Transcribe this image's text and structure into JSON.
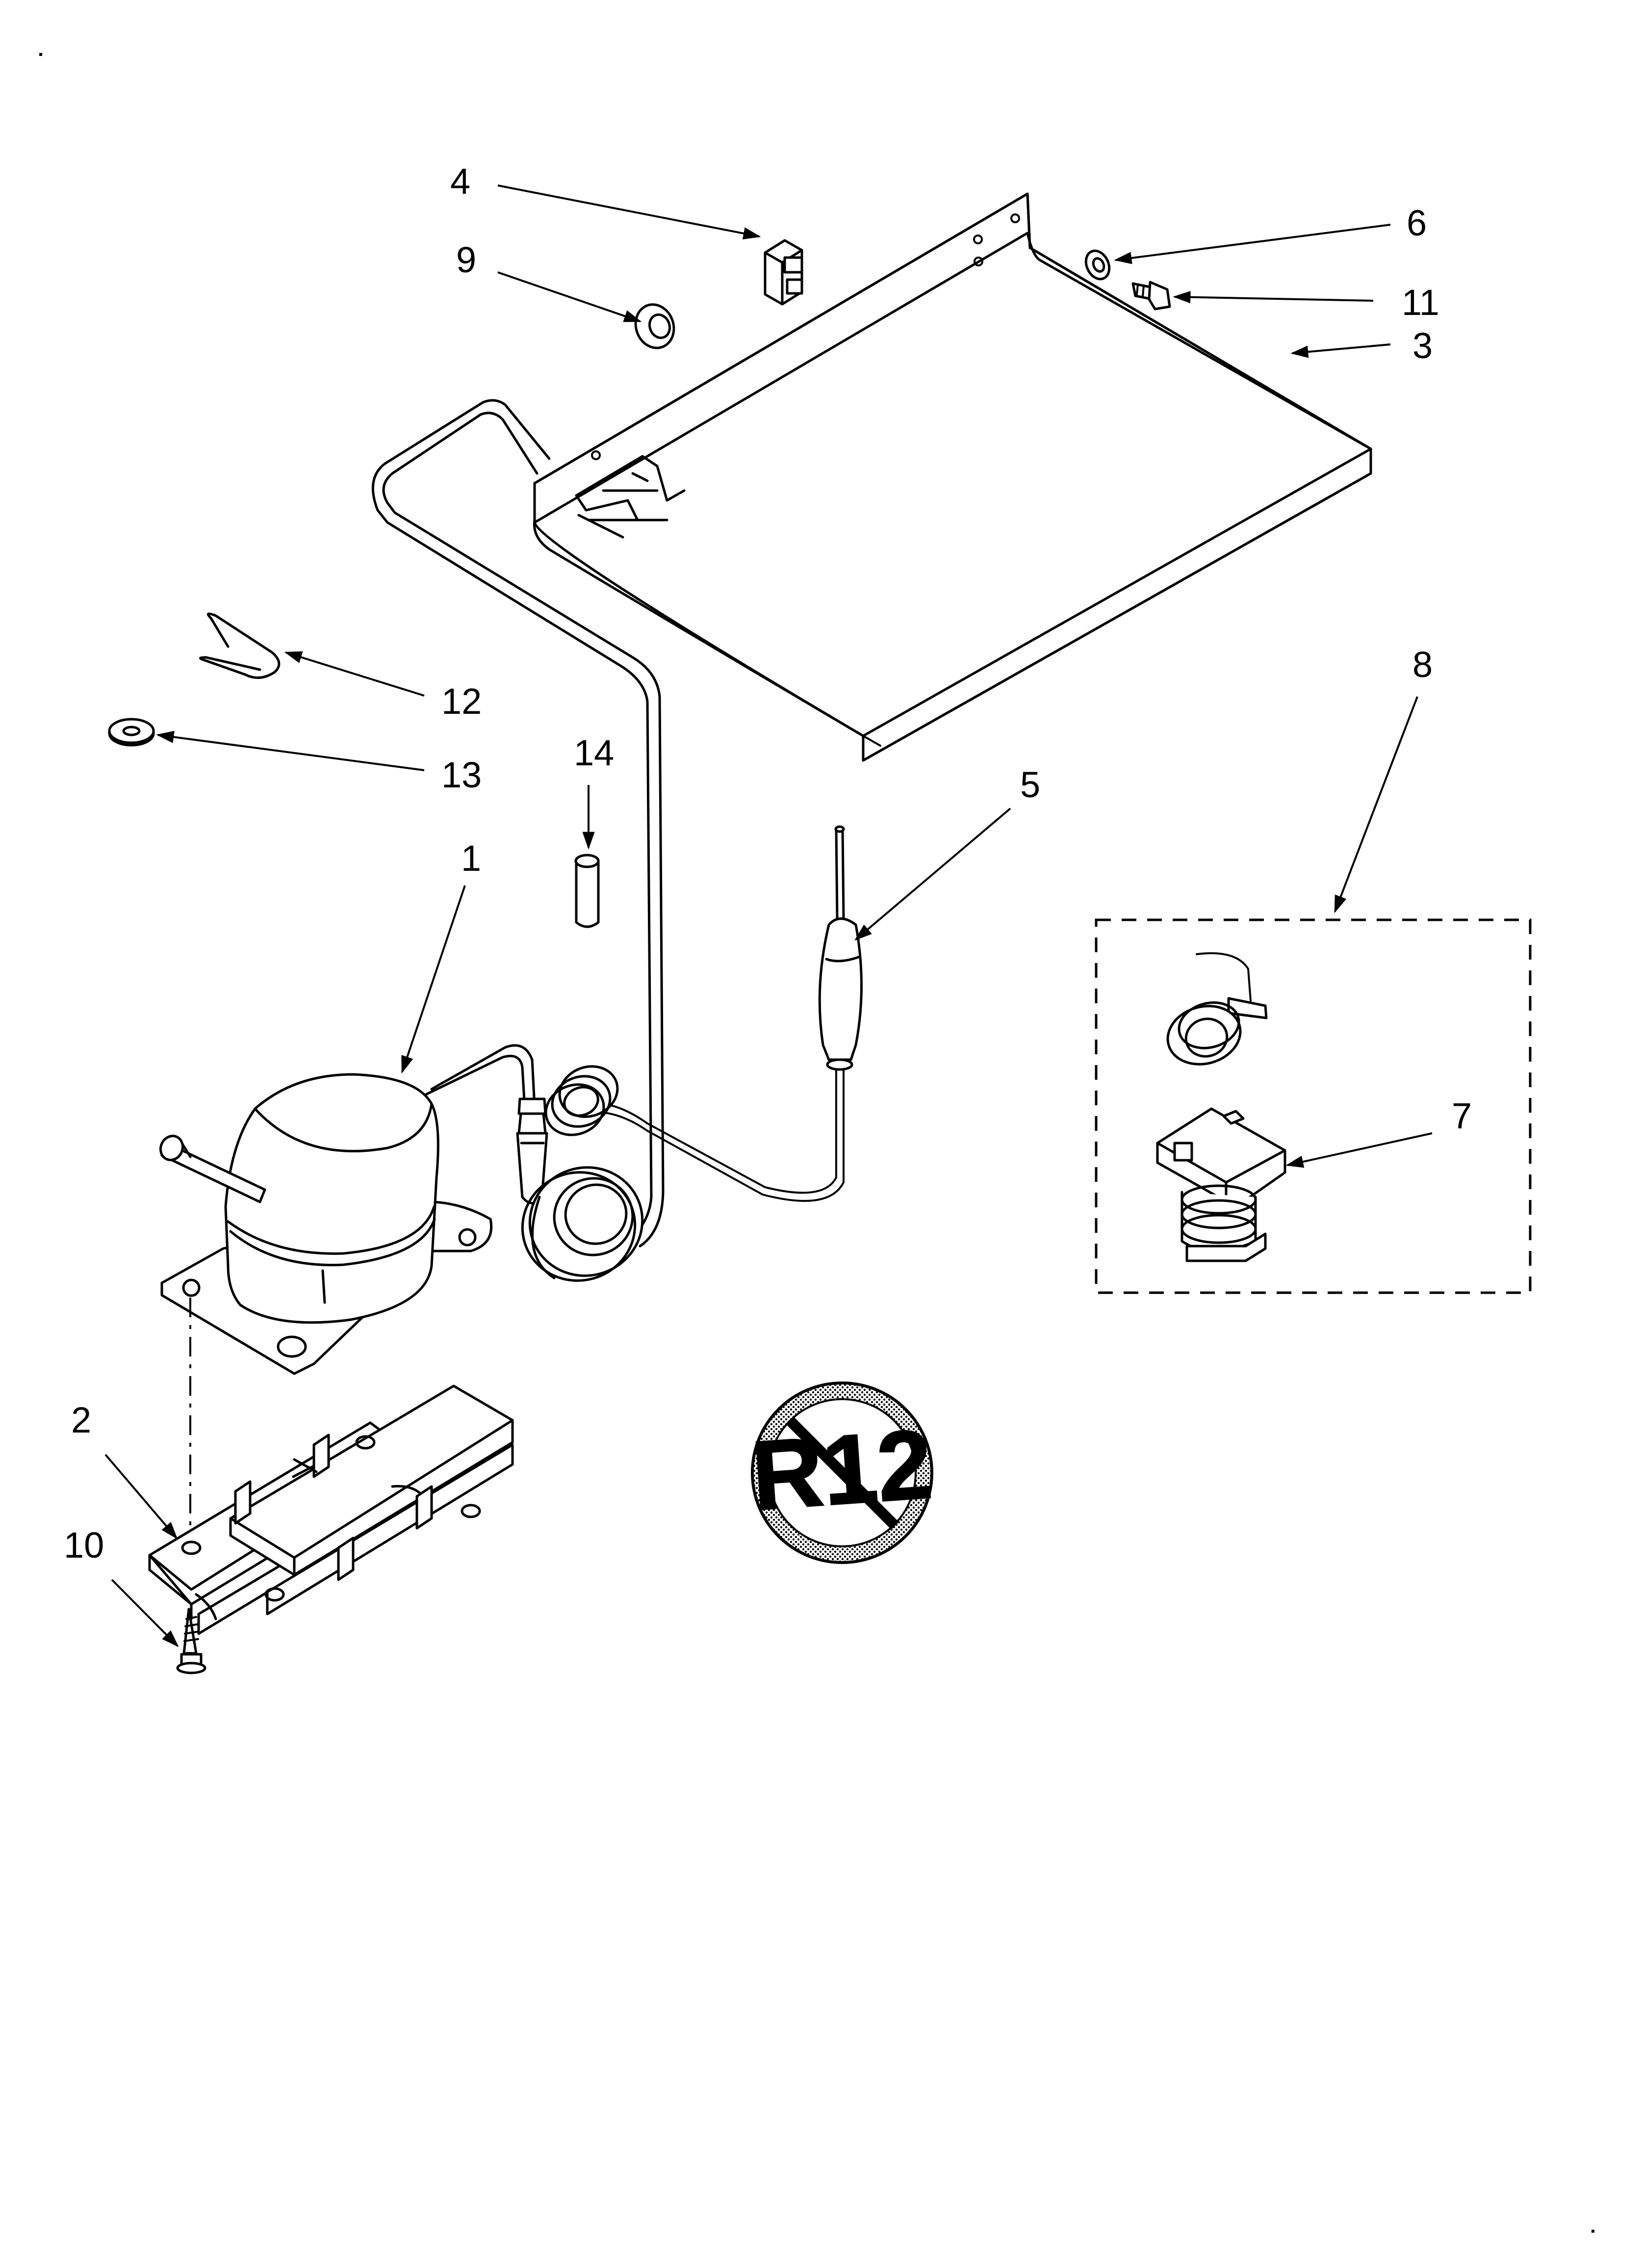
{
  "callouts": [
    {
      "id": "1",
      "text": "1"
    },
    {
      "id": "2",
      "text": "2"
    },
    {
      "id": "3",
      "text": "3"
    },
    {
      "id": "4",
      "text": "4"
    },
    {
      "id": "5",
      "text": "5"
    },
    {
      "id": "6",
      "text": "6"
    },
    {
      "id": "7",
      "text": "7"
    },
    {
      "id": "8",
      "text": "8"
    },
    {
      "id": "9",
      "text": "9"
    },
    {
      "id": "10",
      "text": "10"
    },
    {
      "id": "11",
      "text": "11"
    },
    {
      "id": "12",
      "text": "12"
    },
    {
      "id": "13",
      "text": "13"
    },
    {
      "id": "14",
      "text": "14"
    }
  ],
  "badge": {
    "text": "R12",
    "meaning": "no-r12-symbol"
  },
  "colors": {
    "ink": "#000000",
    "paper": "#ffffff"
  }
}
